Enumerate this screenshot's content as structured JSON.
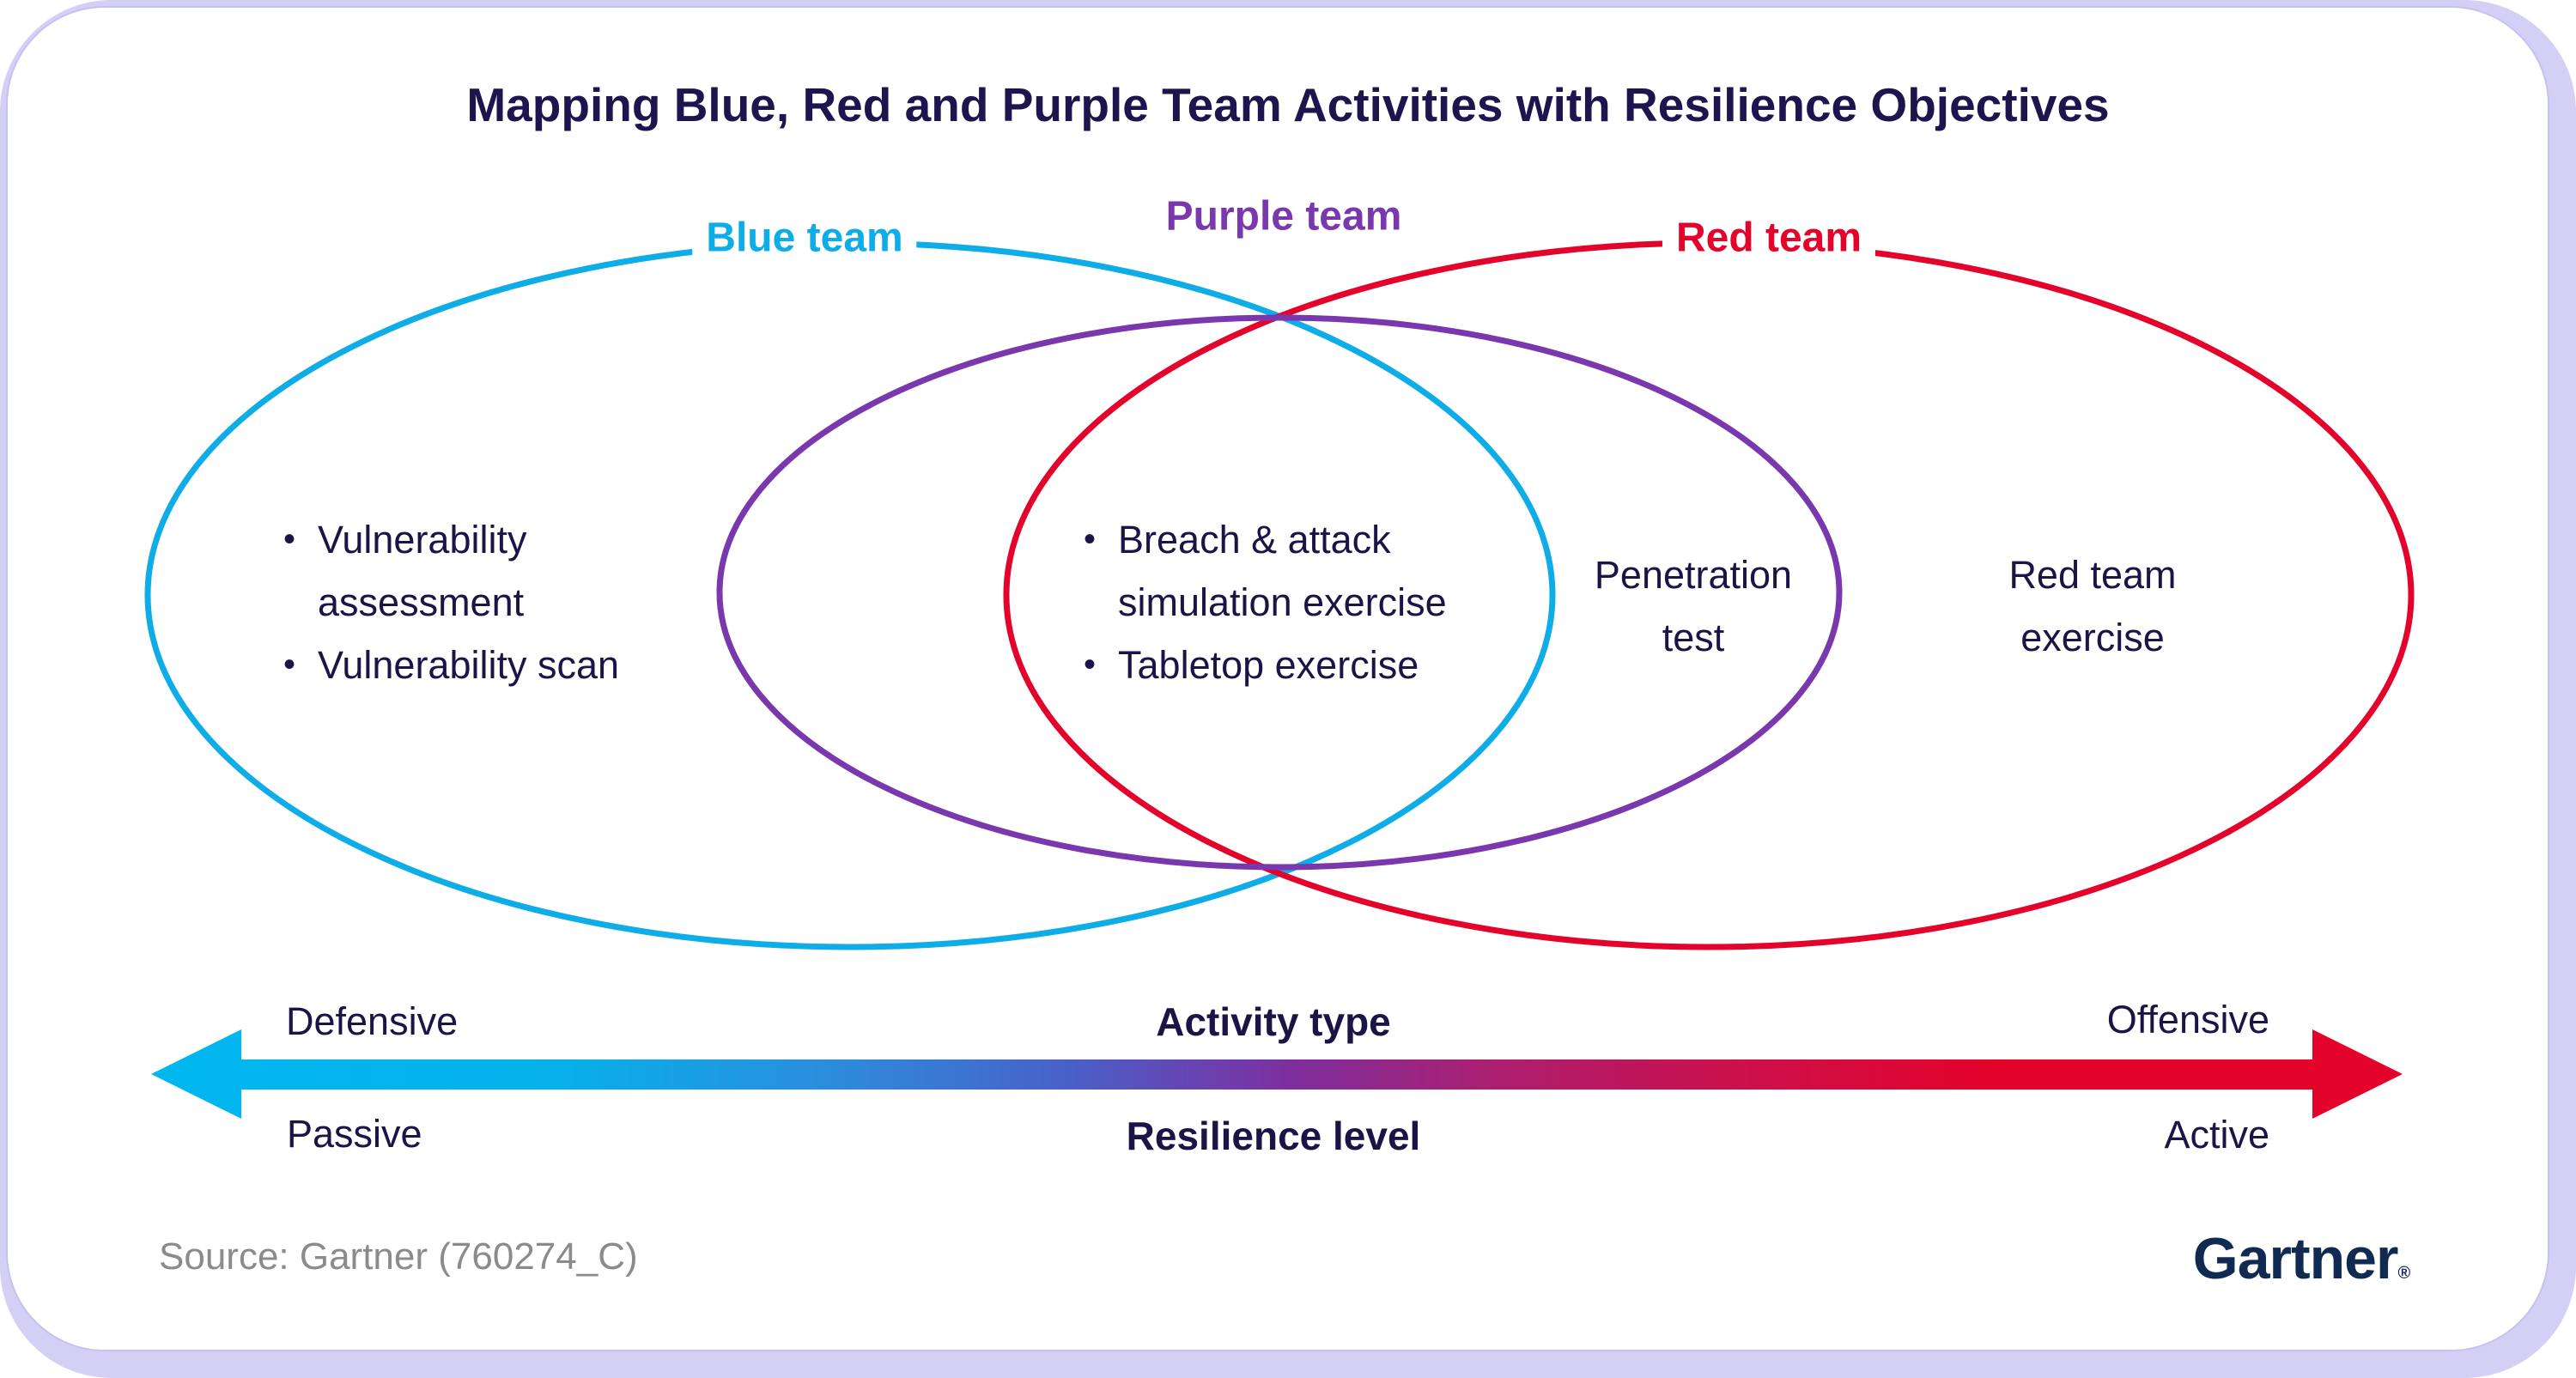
{
  "title": "Mapping Blue, Red and Purple Team Activities with Resilience Objectives",
  "venn": {
    "bullet_glyph": "•",
    "blue": {
      "label": "Blue team",
      "color": "#0fade8"
    },
    "purple": {
      "label": "Purple team",
      "color": "#7a38ae"
    },
    "red": {
      "label": "Red team",
      "color": "#e4032b"
    },
    "blue_region_items": [
      "Vulnerability assessment",
      "Vulnerability scan"
    ],
    "center_region_items": [
      "Breach & attack simulation exercise",
      "Tabletop exercise"
    ],
    "purple_red_region": "Penetration test",
    "red_region": "Red team exercise"
  },
  "axis": {
    "activity_type": {
      "label": "Activity type",
      "left": "Defensive",
      "right": "Offensive"
    },
    "resilience_level": {
      "label": "Resilience level",
      "left": "Passive",
      "right": "Active"
    },
    "gradient_left": "#00b7ef",
    "gradient_mid": "#7d2f9f",
    "gradient_right": "#e4032b"
  },
  "footer": {
    "source": "Source: Gartner (760274_C)",
    "brand": "Gartner",
    "registered_mark": "®"
  }
}
